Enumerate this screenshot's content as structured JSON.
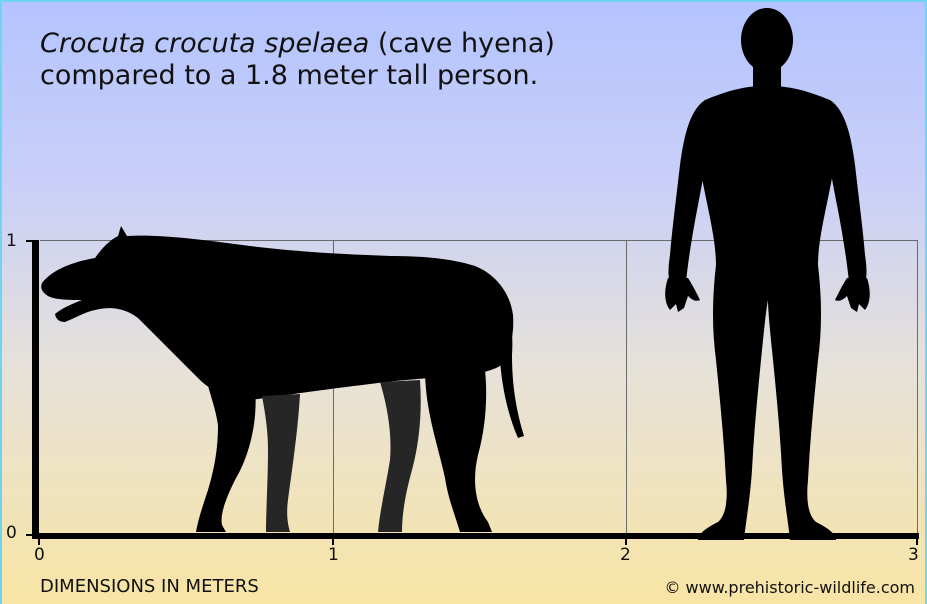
{
  "title": {
    "species": "Crocuta crocuta spelaea",
    "common": "(cave hyena)",
    "line2": "compared to a 1.8 meter tall person."
  },
  "axes": {
    "x_ticks": [
      "0",
      "1",
      "2",
      "3"
    ],
    "y_ticks": [
      "1",
      "0"
    ],
    "x_title": "DIMENSIONS IN METERS"
  },
  "credit": "© www.prehistoric-wildlife.com",
  "figures": [
    {
      "name": "cave-hyena-silhouette",
      "height_m": 1.0
    },
    {
      "name": "person-silhouette",
      "height_m": 1.8
    }
  ],
  "colors": {
    "sky_top": "#b4c4ff",
    "ground_bottom": "#f8e4a4",
    "silhouette": "#000000",
    "frame": "#6fd4ef"
  }
}
